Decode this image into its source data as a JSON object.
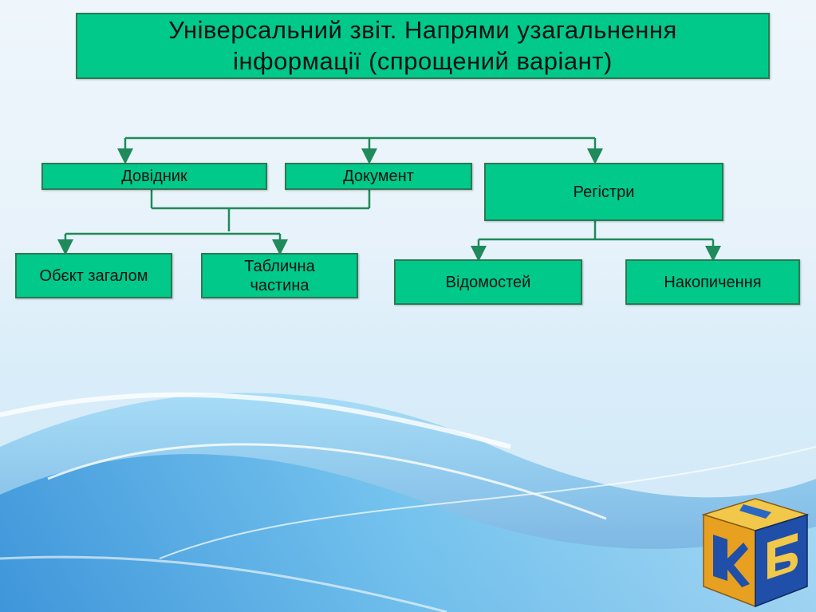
{
  "slide": {
    "title_line1": "Універсальний звіт. Напрями узагальнення",
    "title_line2": "інформації (спрощений варіант)"
  },
  "nodes": {
    "dovidnyk": "Довідник",
    "dokument": "Документ",
    "registry": "Регістри",
    "obiekt": "Обєкт загалом",
    "tabl_line1": "Таблична",
    "tabl_line2": "частина",
    "vidomostei": "Відомостей",
    "nakopychennia": "Накопичення"
  },
  "colors": {
    "box_fill": "#00c98a",
    "box_border": "#2b7a55",
    "connector": "#1f8a5a"
  },
  "logo": {
    "icon": "kb-cube-logo",
    "letters": [
      "К",
      "Б"
    ]
  }
}
